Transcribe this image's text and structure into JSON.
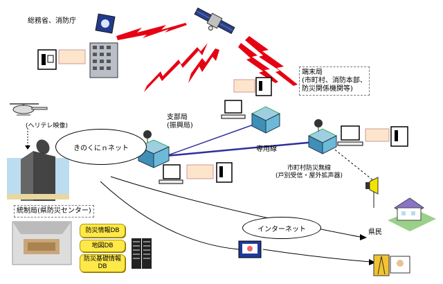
{
  "nodes": {
    "gov_label": "総務省、消防庁",
    "heli_label": "(ヘリテレ映像)",
    "kinokuni_label": "きのくにｎネット",
    "branch_label_l1": "支部局",
    "branch_label_l2": "(振興局)",
    "terminal_label_l1": "端末局",
    "terminal_label_l2": "(市町村、消防本部、",
    "terminal_label_l3": "防災関係機関等)",
    "dedicated_line_label": "専用線",
    "municipal_label_l1": "市町村防災無線",
    "municipal_label_l2": "(戸別受信・屋外拡声器)",
    "prefecture_label": "統制局(県防災センター)",
    "internet_label": "インターネット",
    "residents_label": "県民"
  },
  "databases": [
    {
      "label": "防災情報DB"
    },
    {
      "label": "地図DB"
    },
    {
      "label": "防災基礎情報DB"
    }
  ],
  "colors": {
    "lightning": "#e60012",
    "dedicated_line": "#2b2f9e",
    "db_fill": "#ffe94a"
  }
}
